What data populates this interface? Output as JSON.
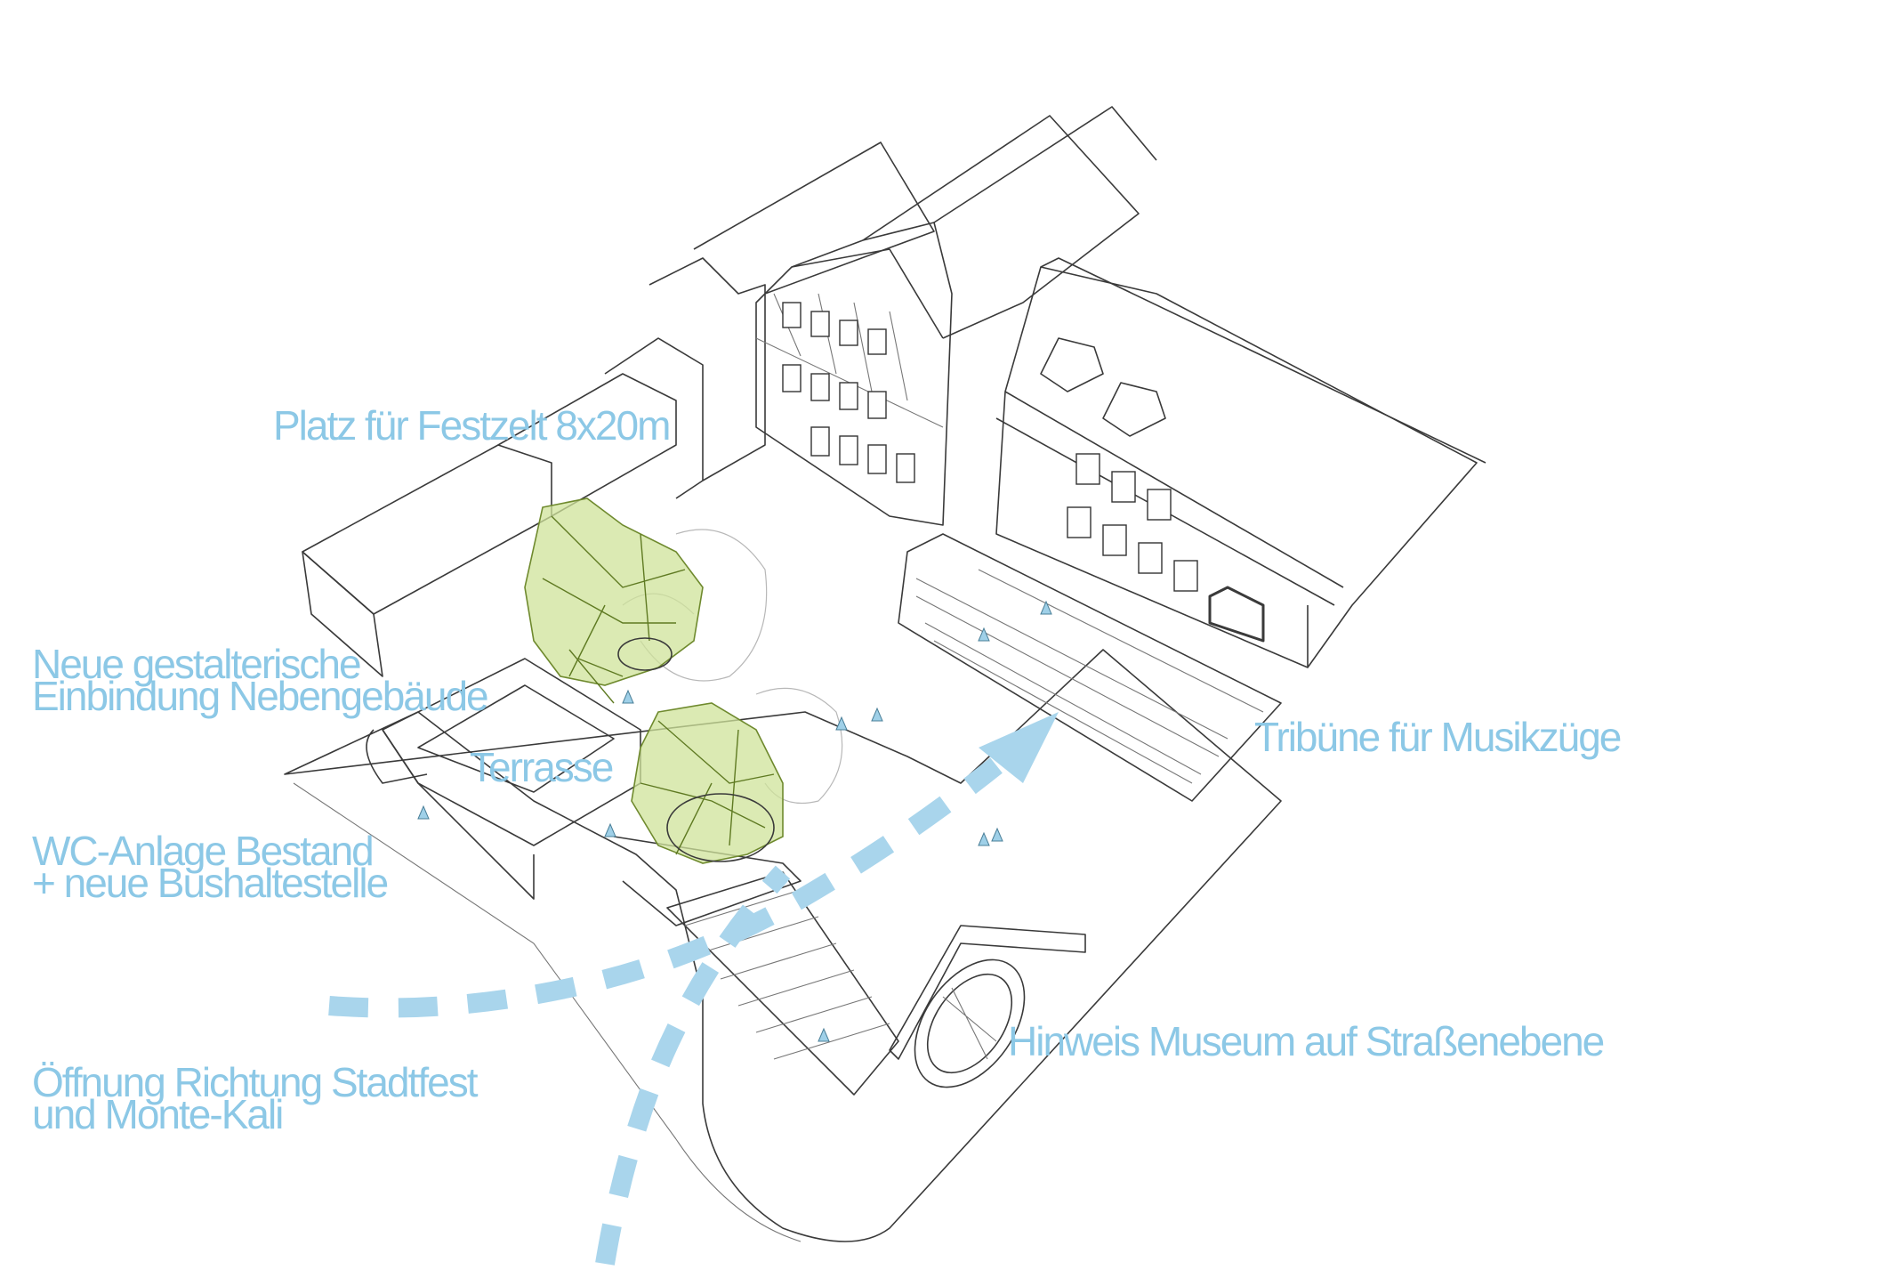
{
  "labels": {
    "festzelt": "Platz für Festzelt 8x20m",
    "nebengebaeude": [
      "Neue gestalterische",
      "Einbindung Nebengebäude"
    ],
    "terrasse": "Terrasse",
    "tribuene": "Tribüne für Musikzüge",
    "wc_anlage": [
      "WC-Anlage Bestand",
      "+ neue Bushaltestelle"
    ],
    "museum": "Hinweis Museum auf Straßenebene",
    "oeffnung": [
      "Öffnung Richtung Stadtfest",
      "und Monte-Kali"
    ]
  },
  "colors": {
    "label": "#8cc8e6",
    "arrow": "#a9d5ec",
    "tree_fill": "#cfe39a"
  }
}
